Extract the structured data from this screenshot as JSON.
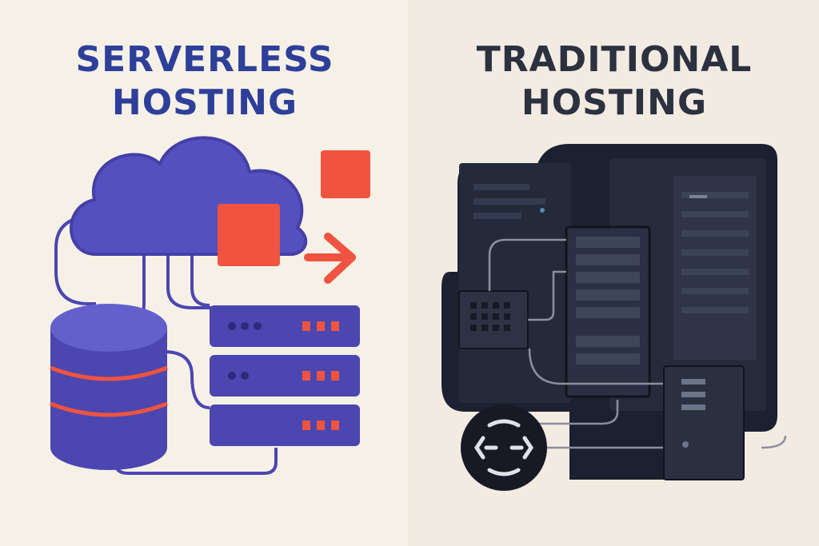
{
  "left_panel": {
    "title_line1": "SERVERLESS",
    "title_line2": "HOSTING",
    "title_color": "#2e3f9a",
    "icons": [
      "cloud-icon",
      "database-icon",
      "server-stack-icon",
      "arrow-right-icon",
      "square-icon"
    ]
  },
  "right_panel": {
    "title_line1": "TRADITIONAL",
    "title_line2": "HOSTING",
    "title_color": "#2c3140",
    "icons": [
      "server-rack-icon",
      "network-globe-icon",
      "tower-server-icon"
    ]
  },
  "colors": {
    "serverless_purple": "#4b46b0",
    "serverless_light": "#5b56c4",
    "accent_red": "#f0533f",
    "rack_dark": "#1e2230",
    "rack_mid": "#2a2f3e",
    "line_gray": "#8a909c"
  }
}
